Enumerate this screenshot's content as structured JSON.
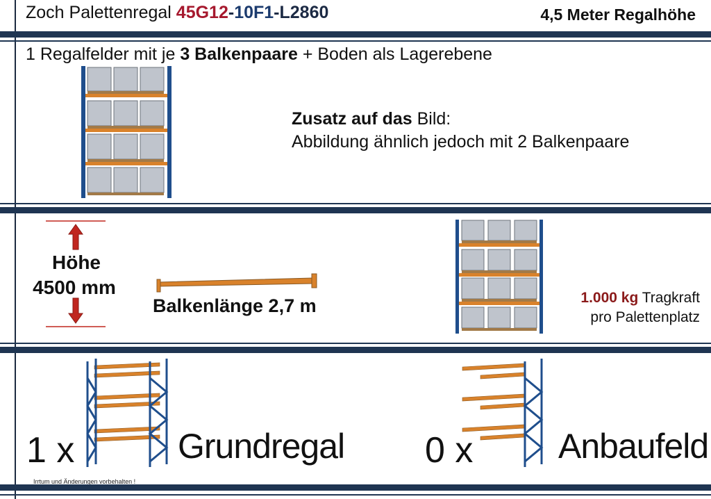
{
  "header": {
    "title_prefix": "Zoch Palettenregal ",
    "code_part1": "45G12",
    "sep1": "-",
    "code_part2": "10F1",
    "sep2": "-",
    "code_part3": "L2860",
    "height_label": "4,5 Meter Regalhöhe"
  },
  "section1": {
    "heading_pre": "1 Regalfelder mit je ",
    "heading_bold": "3 Balkenpaare",
    "heading_post": " + Boden als Lagerebene",
    "note_bold": "Zusatz auf das",
    "note_rest": " Bild:",
    "note_line2": "Abbildung ähnlich jedoch mit 2 Balkenpaare"
  },
  "section2": {
    "height_word": "Höhe",
    "height_value": "4500 mm",
    "beam_label": "Balkenlänge 2,7 m",
    "load_value": "1.000 kg",
    "load_word": " Tragkraft",
    "load_line2": "pro Palettenplatz"
  },
  "section3": {
    "base_count": "1 x",
    "base_label": "Grundregal",
    "addon_count": "0 x",
    "addon_label": "Anbaufeld",
    "disclaimer": "Irrtum und Änderungen vorbehalten !"
  },
  "colors": {
    "frame_blue": "#1f4e8c",
    "beam_orange": "#d9822b",
    "title_red": "#a6192e",
    "title_navy": "#1c3b6e",
    "band_navy": "#1f3552",
    "arrow_red": "#c0261f"
  }
}
